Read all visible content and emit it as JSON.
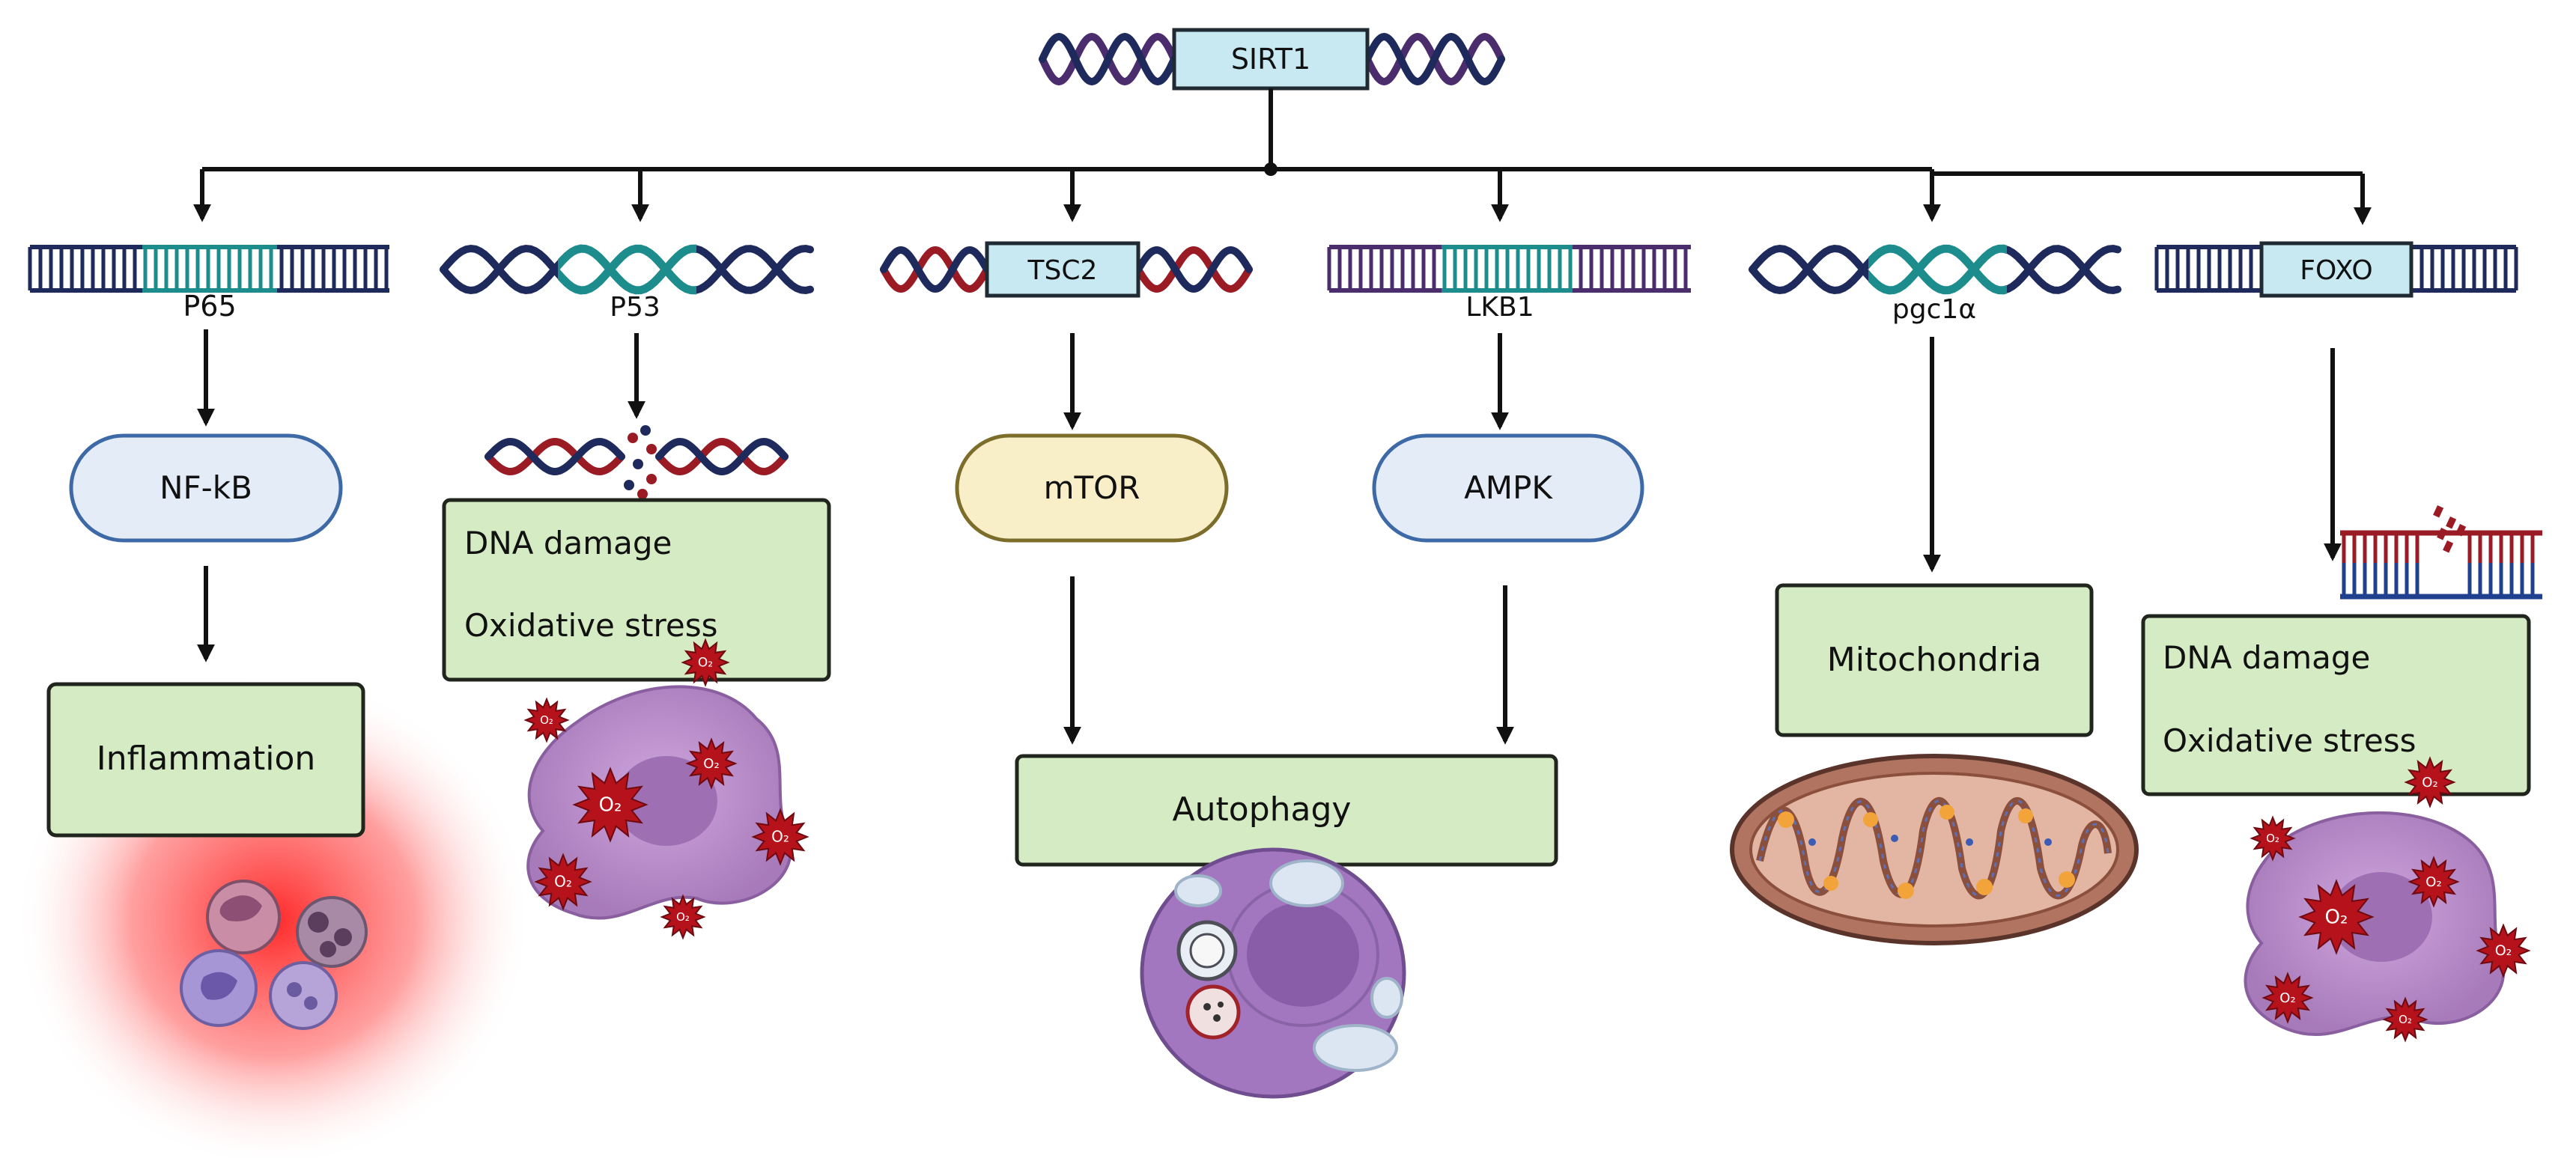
{
  "root": {
    "label": "SIRT1"
  },
  "genes": [
    {
      "label": "P65"
    },
    {
      "label": "P53"
    },
    {
      "label": "TSC2"
    },
    {
      "label": "LKB1"
    },
    {
      "label": "pgc1α"
    },
    {
      "label": "FOXO"
    }
  ],
  "mediators": {
    "nfkb": "NF-kB",
    "mtor": "mTOR",
    "ampk": "AMPK"
  },
  "outcomes": {
    "inflammation": "Inflammation",
    "p53_stress": {
      "line1": "DNA damage",
      "line2": "Oxidative stress"
    },
    "autophagy": "Autophagy",
    "mitochondria": "Mitochondria",
    "foxo_stress": {
      "line1": "DNA damage",
      "line2": "Oxidative stress"
    }
  },
  "ros_label": "O₂",
  "colors": {
    "dna_navy": "#1f2a5c",
    "dna_teal": "#1c8c8c",
    "dna_purple": "#4b2d6e",
    "dna_red": "#9a1b24",
    "box_green": "#d4ebc4",
    "pill_blue": "#e4ecf8",
    "pill_yellow": "#f8efc9",
    "cell_purple": "#b48ac8",
    "ros_red": "#b5121b",
    "glow_red": "#ff2020"
  }
}
